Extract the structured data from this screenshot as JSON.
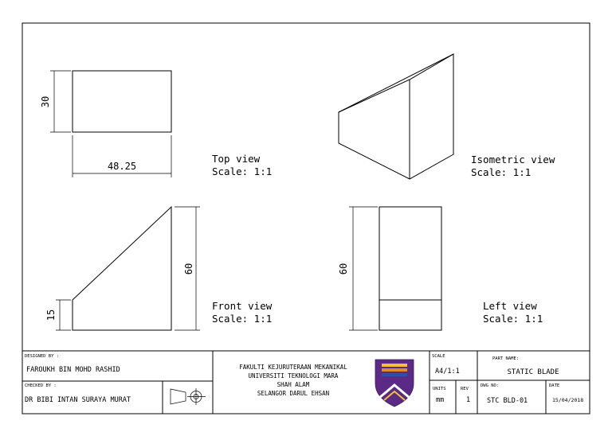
{
  "views": {
    "top": {
      "name": "Top view",
      "scale": "Scale:  1:1",
      "dim_height": "30",
      "dim_width": "48.25"
    },
    "isometric": {
      "name": "Isometric view",
      "scale": "Scale:  1:1"
    },
    "front": {
      "name": "Front view",
      "scale": "Scale:  1:1",
      "dim_height": "60",
      "dim_low": "15"
    },
    "left": {
      "name": "Left view",
      "scale": "Scale:  1:1",
      "dim_height": "60"
    }
  },
  "title_block": {
    "designed_by_label": "DESIGNED BY :",
    "designed_by": "FAROUKH BIN MOHD RASHID",
    "checked_by_label": "CHECKED BY :",
    "checked_by": "DR BIBI INTAN SURAYA MURAT",
    "institution": [
      "FAKULTI KEJURUTERAAN MEKANIKAL",
      "UNIVERSITI TEKNOLOGI MARA",
      "SHAH ALAM",
      "SELANGOR DARUL EHSAN"
    ],
    "scale_label": "SCALE",
    "scale": "A4/1:1",
    "units_label": "UNITS",
    "units": "mm",
    "rev_label": "REV",
    "rev": "1",
    "part_name_label": "PART NAME:",
    "part_name": "STATIC BLADE",
    "dwg_no_label": "DWG NO:",
    "dwg_no": "STC BLD-01",
    "date_label": "DATE",
    "date": "15/04/2018"
  }
}
